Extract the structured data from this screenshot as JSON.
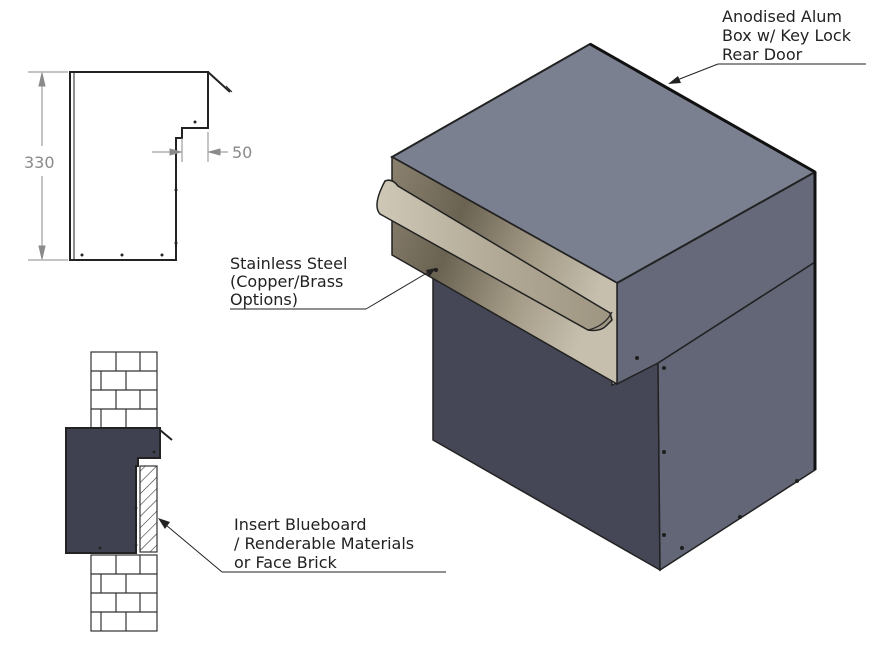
{
  "colors": {
    "box_top": "#7b8091",
    "box_side": "#656979",
    "box_front": "#3f4050",
    "brick": "#ffffff",
    "brick_line": "#333333",
    "line": "#222222",
    "dim": "#8a8a8a",
    "steel_light": "#b4ac9a",
    "steel_dark": "#6e6554"
  },
  "section": {
    "height_value": "330",
    "depth_value": "50"
  },
  "callouts": {
    "anodised": [
      "Anodised Alum",
      "Box w/ Key Lock",
      "Rear Door"
    ],
    "stainless": [
      "Stainless Steel",
      "(Copper/Brass",
      "Options)"
    ],
    "insert": [
      "Insert Blueboard",
      "/ Renderable Materials",
      "or Face Brick"
    ]
  }
}
